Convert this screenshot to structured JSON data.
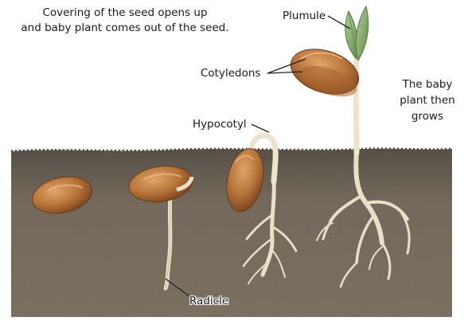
{
  "caption_top": {
    "line1": "Covering of the seed opens up",
    "line2": "and baby plant comes out of the seed."
  },
  "caption_right": {
    "line1": "The baby",
    "line2": "plant then",
    "line3": "grows"
  },
  "labels": {
    "plumule": "Plumule",
    "cotyledons": "Cotyledons",
    "hypocotyl": "Hypocotyl",
    "radicle": "Radicle"
  },
  "colors": {
    "soil": "#6f6557",
    "seed": "#b8743a",
    "root": "#e9e0c6",
    "leaf": "#8fae72"
  }
}
